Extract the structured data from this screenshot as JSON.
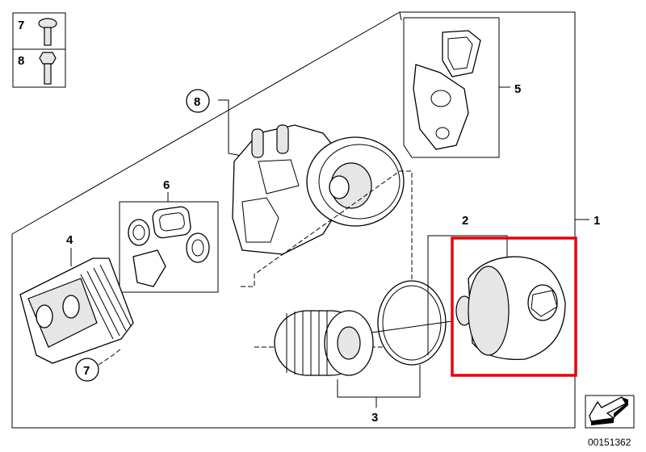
{
  "legend": {
    "items": [
      {
        "number": "7"
      },
      {
        "number": "8"
      }
    ]
  },
  "callouts": {
    "c1": "1",
    "c2": "2",
    "c3": "3",
    "c4": "4",
    "c5": "5",
    "c6": "6",
    "c7": "7",
    "c8": "8"
  },
  "diagram_id": "00151362",
  "highlight_color": "#e8000b"
}
